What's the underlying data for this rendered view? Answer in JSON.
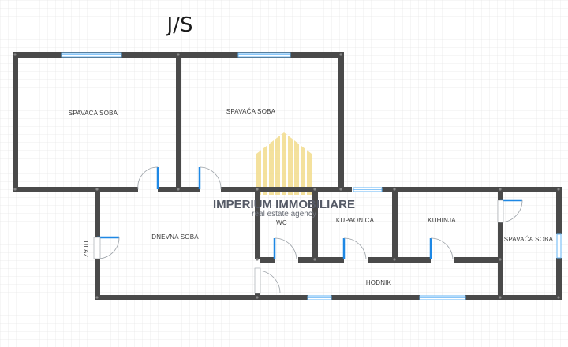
{
  "orientation": "J/S",
  "rooms": {
    "bedroom_1": "SPAVAĆA SOBA",
    "bedroom_2": "SPAVAĆA SOBA",
    "living_room": "DNEVNA SOBA",
    "wc": "WC",
    "bathroom": "KUPAONICA",
    "kitchen": "KUHINJA",
    "bedroom_3": "SPAVAĆA SOBA",
    "hallway": "HODNIK",
    "entrance": "ULAZ"
  },
  "watermark": {
    "name": "IMPERIUM IMMOBILIARE",
    "tagline": "real estate agency",
    "color": "#e8c34a"
  },
  "colors": {
    "wall": "#4a4a4a",
    "door": "#1e88e5",
    "window": "#64b5f6",
    "grid": "#e6e6e6"
  }
}
